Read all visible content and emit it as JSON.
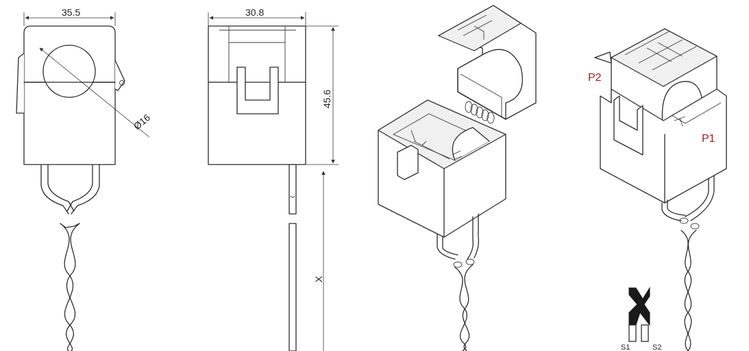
{
  "dimensions": {
    "width": "35.5",
    "depth": "30.8",
    "height": "45.6",
    "aperture": "Ø16",
    "lead_length": "X"
  },
  "terminals": {
    "p1": "P1",
    "p2": "P2",
    "s1": "S1",
    "s2": "S2"
  },
  "colors": {
    "line": "#2a2a2a",
    "terminal_label": "#b0181a",
    "background": "#ffffff"
  }
}
